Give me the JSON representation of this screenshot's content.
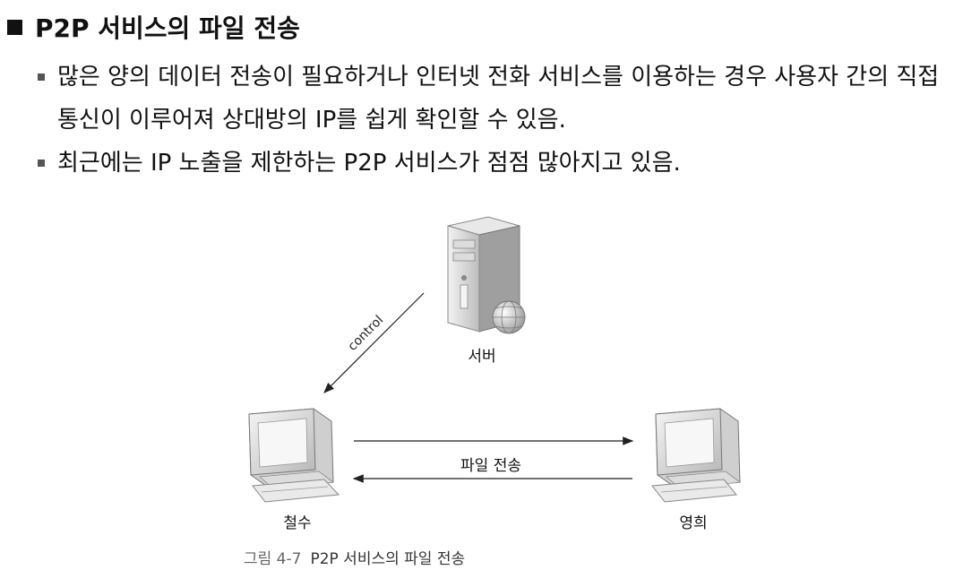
{
  "heading": "P2P 서비스의 파일 전송",
  "bullets": [
    "많은 양의 데이터 전송이 필요하거나 인터넷 전화 서비스를 이용하는 경우 사용자 간의 직접 통신이 이루어져 상대방의 IP를 쉽게 확인할 수 있음.",
    "최근에는 IP 노출을 제한하는 P2P 서비스가 점점 많아지고 있음."
  ],
  "diagram": {
    "server_label": "서버",
    "control_label": "control",
    "client_a_label": "철수",
    "client_b_label": "영희",
    "transfer_label": "파일 전송"
  },
  "caption": {
    "number": "그림 4-7",
    "text": "P2P 서비스의 파일 전송"
  }
}
